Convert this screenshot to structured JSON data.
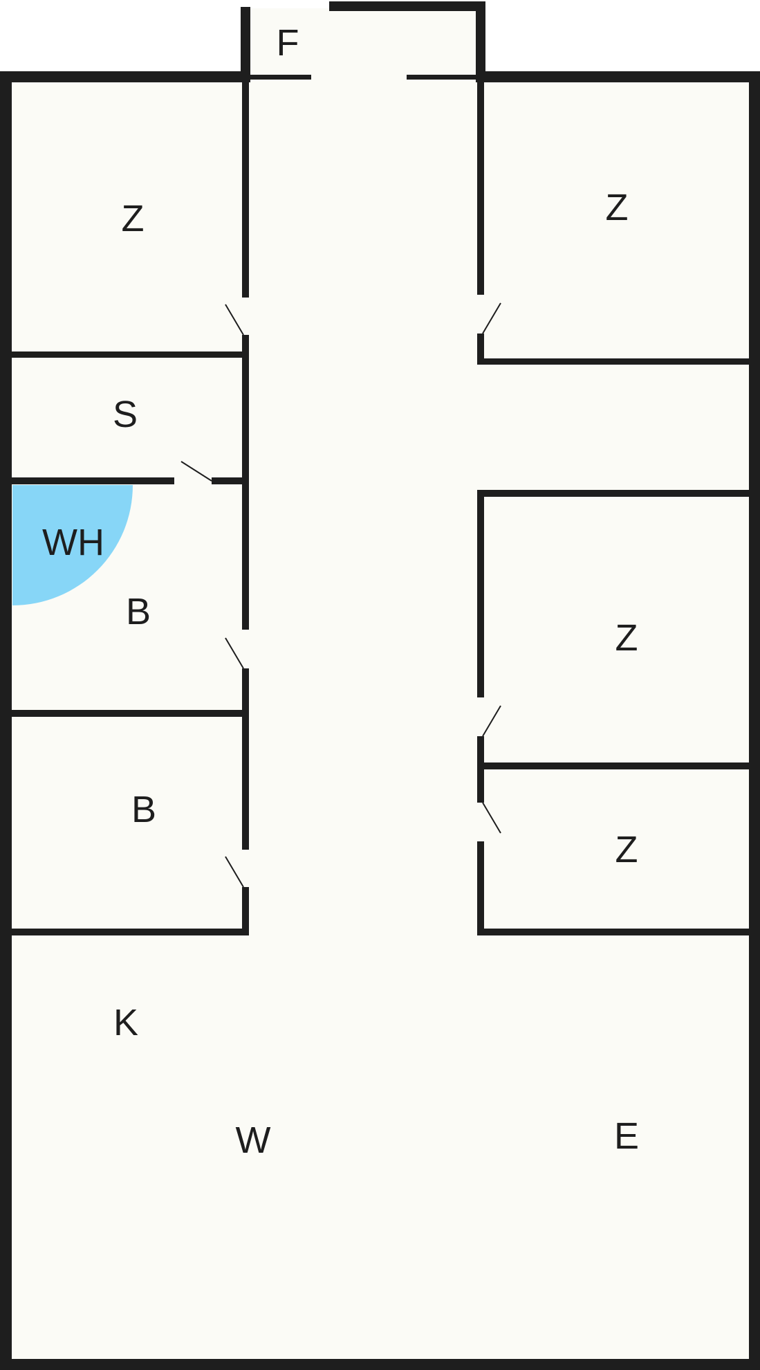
{
  "plan": {
    "floor_color": "#fbfbf6",
    "wall_color": "#1e1e1e",
    "wet_area_color": "#87d6f7",
    "rooms": {
      "entry": "F",
      "room_top_left": "Z",
      "room_top_right": "Z",
      "storage": "S",
      "bathroom_1": "B",
      "bathroom_2": "B",
      "tub": "WH",
      "room_mid_right": "Z",
      "room_low_right": "Z",
      "kitchen": "K",
      "living": "W",
      "dining": "E"
    }
  }
}
